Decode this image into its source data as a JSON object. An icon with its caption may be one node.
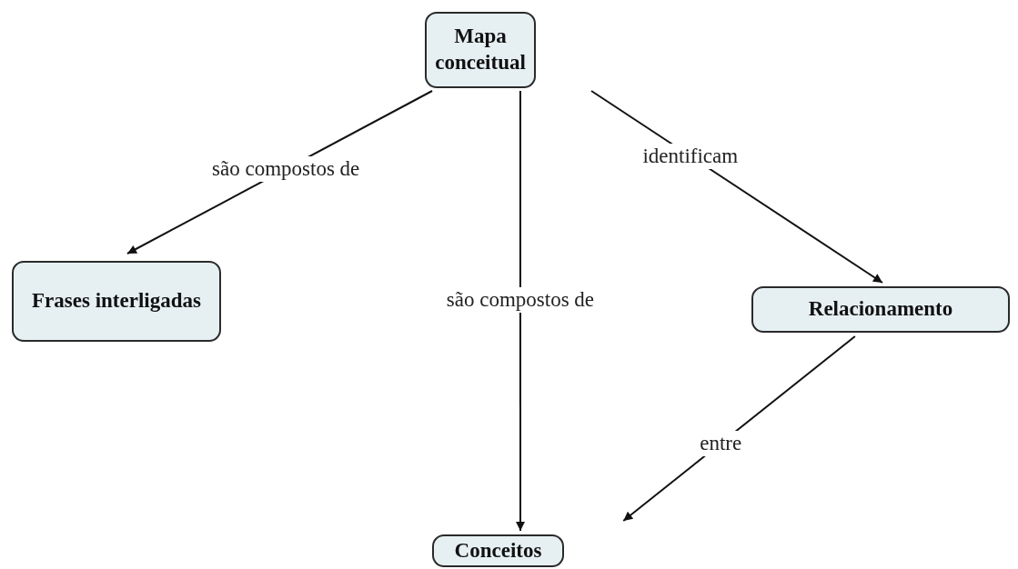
{
  "diagram": {
    "nodes": [
      {
        "text": [
          "Mapa conceitual"
        ]
      },
      {
        "text": [
          "Frases interligadas"
        ]
      },
      {
        "text": [
          "Relacionamento"
        ]
      },
      {
        "text": [
          "Conceitos"
        ]
      }
    ],
    "edges": [
      {
        "from": 0,
        "to": 1,
        "arrow": "to",
        "label": "são compostos de"
      },
      {
        "from": 0,
        "to": 3,
        "arrow": "to",
        "label": "são compostos de"
      },
      {
        "from": 0,
        "to": 2,
        "arrow": "to",
        "label": "identificam"
      },
      {
        "from": 2,
        "to": 3,
        "arrow": "to",
        "label": "entre"
      }
    ]
  }
}
